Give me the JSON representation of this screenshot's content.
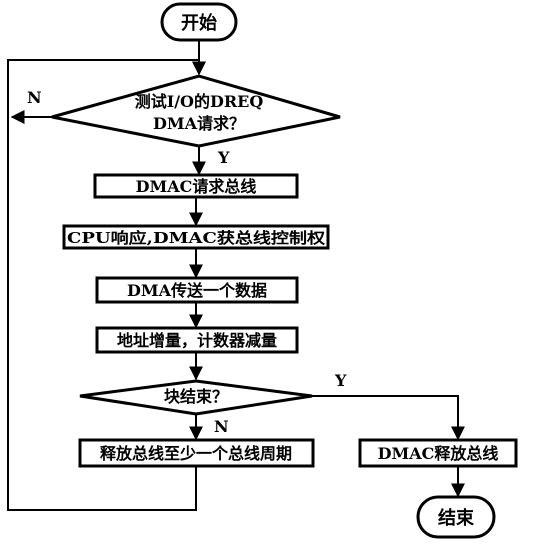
{
  "diagram": {
    "start_label": "开始",
    "decision_1": {
      "line1": "测试I/O的DREQ",
      "line2": "DMA请求？",
      "no_label": "N",
      "yes_label": "Y"
    },
    "step_request_bus": "DMAC请求总线",
    "step_cpu_response": "CPU响应,DMAC获总线控制权",
    "step_transfer": "DMA传送一个数据",
    "step_address": "地址增量，计数器减量",
    "decision_2": {
      "label": "块结束？",
      "yes_label": "Y",
      "no_label": "N"
    },
    "step_release_cycle": "释放总线至少一个总线周期",
    "step_release_bus": "DMAC释放总线",
    "end_label": "结束"
  }
}
